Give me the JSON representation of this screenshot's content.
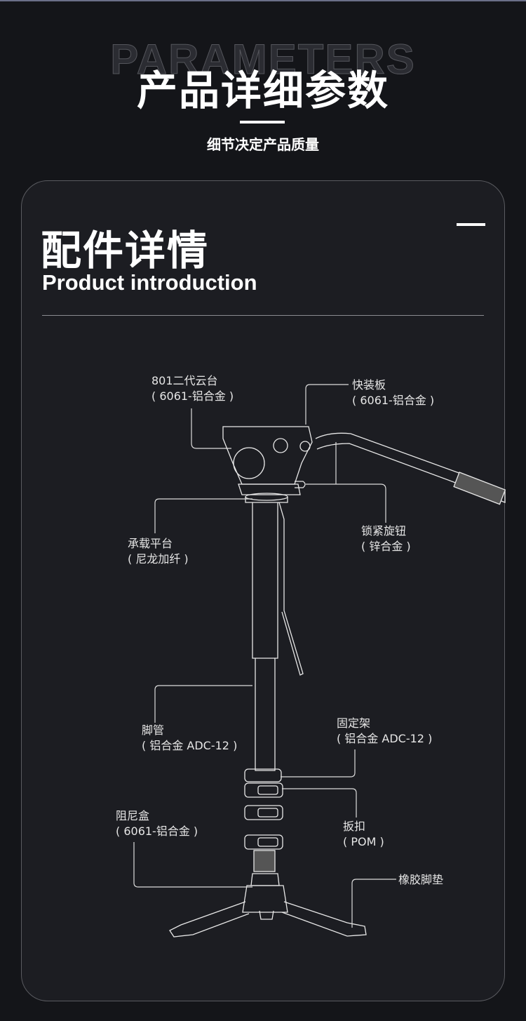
{
  "header": {
    "ghost_text": "PARAMETERS",
    "title": "产品详细参数",
    "subtitle": "细节决定产品质量"
  },
  "card": {
    "title": "配件详情",
    "subtitle": "Product introduction"
  },
  "callouts": [
    {
      "name": "801二代云台",
      "material": "( 6061-铝合金 )"
    },
    {
      "name": "快装板",
      "material": "( 6061-铝合金 )"
    },
    {
      "name": "承载平台",
      "material": "( 尼龙加纤 )"
    },
    {
      "name": "锁紧旋钮",
      "material": "( 锌合金 )"
    },
    {
      "name": "脚管",
      "material": "( 铝合金 ADC-12 )"
    },
    {
      "name": "固定架",
      "material": "( 铝合金  ADC-12 )"
    },
    {
      "name": "阻尼盒",
      "material": "( 6061-铝合金 )"
    },
    {
      "name": "扳扣",
      "material": "( POM )"
    },
    {
      "name": "橡胶脚垫",
      "material": ""
    }
  ]
}
